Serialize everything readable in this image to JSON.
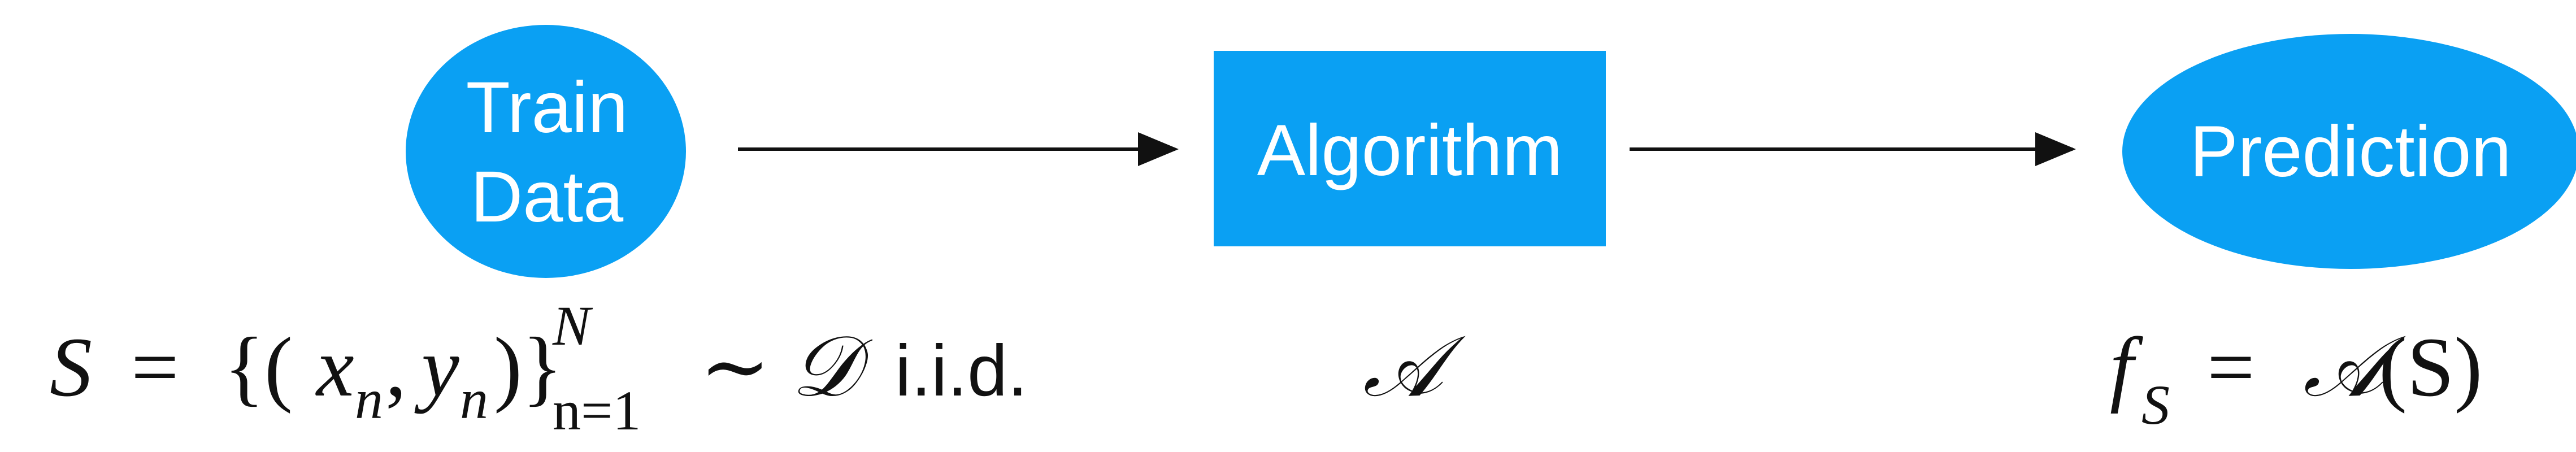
{
  "colors": {
    "node_fill": "#0aa0f3",
    "arrow": "#111111",
    "label_text": "#ffffff",
    "formula_text": "#111111"
  },
  "nodes": {
    "train_data": {
      "line1": "Train",
      "line2": "Data",
      "shape": "circle"
    },
    "algorithm": {
      "label": "Algorithm",
      "shape": "rectangle"
    },
    "prediction": {
      "label": "Prediction",
      "shape": "ellipse"
    }
  },
  "formulas": {
    "train": {
      "S": "S",
      "eq": "=",
      "lbrace": "{(",
      "x": "x",
      "n1": "n",
      "comma": ",",
      "y": "y",
      "n2": "n",
      "close": ")}",
      "sup_N": "N",
      "sub_n": "n=1",
      "sim": "∼",
      "D": "𝒟",
      "iid": "i.i.d."
    },
    "algorithm": {
      "A": "𝒜"
    },
    "prediction": {
      "f": "f",
      "sub_S": "S",
      "eq": "=",
      "A": "𝒜",
      "arg": "(S)"
    }
  }
}
